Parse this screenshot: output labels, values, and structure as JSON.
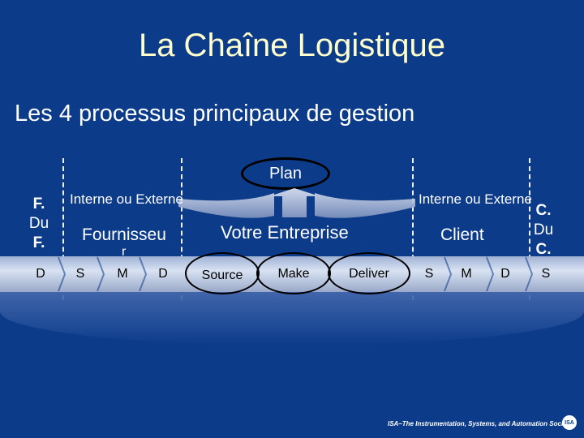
{
  "title": "La Chaîne Logistique",
  "subtitle": "Les 4 processus principaux de gestion",
  "plan": "Plan",
  "left_internal": "Interne ou Externe",
  "right_internal": "Interne ou Externe",
  "supplier": "Fournisseu",
  "supplier_r": "r",
  "company": "Votre Entreprise",
  "client": "Client",
  "left_side": [
    "F.",
    "Du",
    "F."
  ],
  "right_side": [
    "C.",
    "Du",
    "C."
  ],
  "left_d": "D",
  "supplier_steps": [
    "S",
    "M",
    "D"
  ],
  "company_steps": [
    "Source",
    "Make",
    "Deliver"
  ],
  "client_steps": [
    "S",
    "M",
    "D"
  ],
  "right_s": "S",
  "footer": "ISA–The Instrumentation, Systems, and Automation Society",
  "logo": "ISA"
}
